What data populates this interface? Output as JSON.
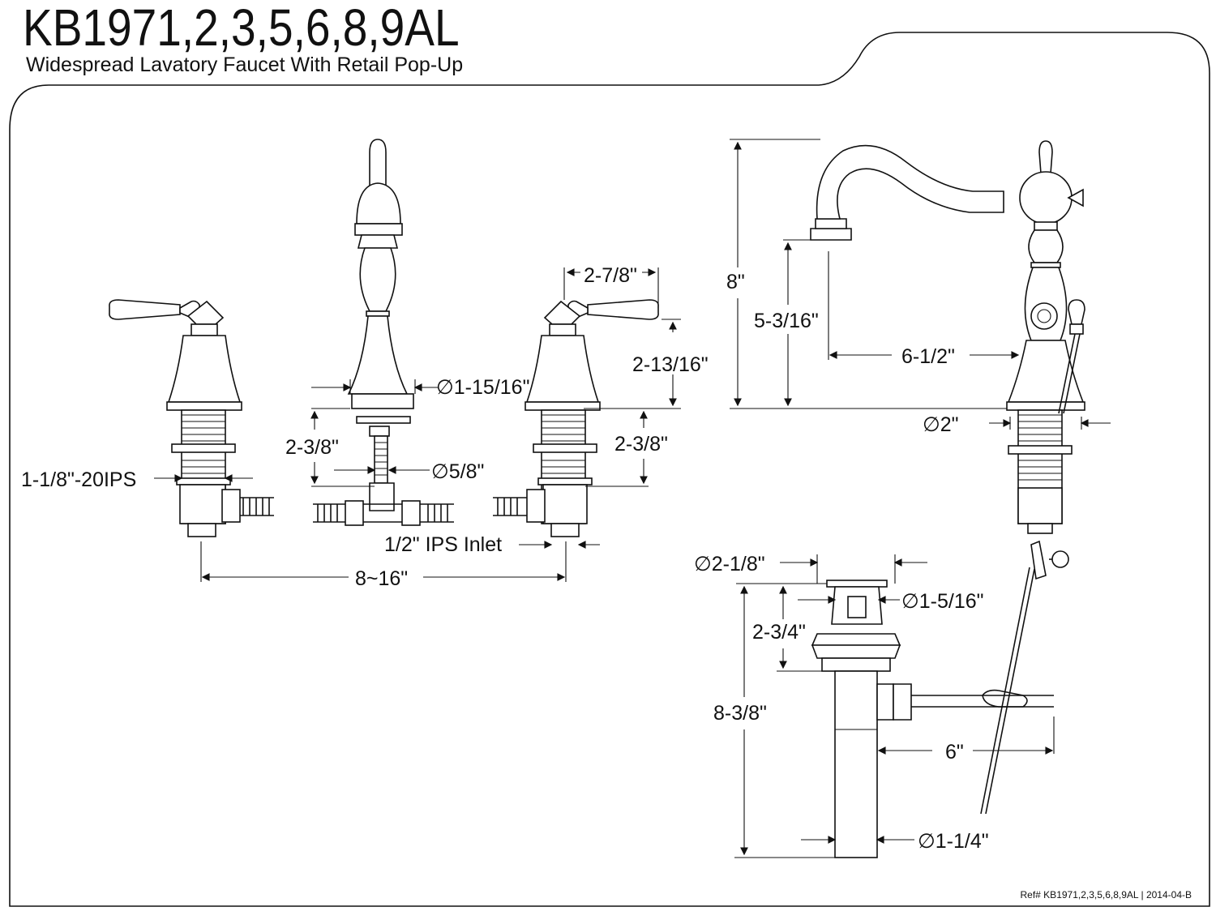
{
  "header": {
    "title": "KB1971,2,3,5,6,8,9AL",
    "subtitle": "Widespread Lavatory Faucet With Retail Pop-Up"
  },
  "dimensions": {
    "handle_width": "2-7/8\"",
    "handle_height": "2-13/16\"",
    "spout_base_dia": "∅1-15/16\"",
    "spout_shank_len": "2-3/8\"",
    "spout_shank_dia": "∅5/8\"",
    "handle_shank_len": "2-3/8\"",
    "handle_thread": "1-1/8\"-20IPS",
    "inlet": "1/2\" IPS Inlet",
    "spread": "8~16\"",
    "overall_height": "8\"",
    "spout_height": "5-3/16\"",
    "spout_reach": "6-1/2\"",
    "base_dia": "∅2\"",
    "drain_flange_dia": "∅2-1/8\"",
    "drain_cap_dia": "∅1-5/16\"",
    "drain_flange_height": "2-3/4\"",
    "drain_total_height": "8-3/8\"",
    "pop_rod_length": "6\"",
    "tailpiece_dia": "∅1-1/4\""
  },
  "footer": {
    "ref": "Ref# KB1971,2,3,5,6,8,9AL | 2014-04-B"
  }
}
